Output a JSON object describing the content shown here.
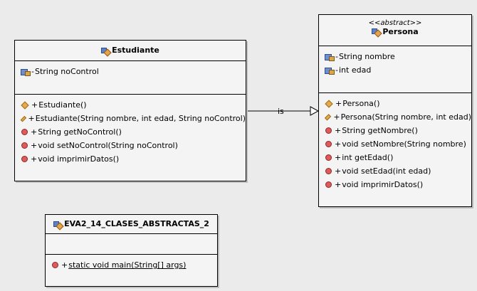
{
  "classes": {
    "estudiante": {
      "name": "Estudiante",
      "fields": [
        {
          "visibility": "-",
          "text": "String noControl"
        }
      ],
      "methods": [
        {
          "kind": "ctor",
          "visibility": "+",
          "text": "Estudiante()"
        },
        {
          "kind": "ctor",
          "visibility": "+",
          "text": "Estudiante(String nombre, int edad, String noControl)"
        },
        {
          "kind": "method",
          "visibility": "+",
          "text": "String getNoControl()"
        },
        {
          "kind": "method",
          "visibility": "+",
          "text": "void setNoControl(String noControl)"
        },
        {
          "kind": "method",
          "visibility": "+",
          "text": "void imprimirDatos()"
        }
      ]
    },
    "persona": {
      "stereotype": "<<abstract>>",
      "name": "Persona",
      "fields": [
        {
          "visibility": "-",
          "text": "String nombre"
        },
        {
          "visibility": "-",
          "text": "int edad"
        }
      ],
      "methods": [
        {
          "kind": "ctor",
          "visibility": "+",
          "text": "Persona()"
        },
        {
          "kind": "ctor",
          "visibility": "+",
          "text": "Persona(String nombre, int edad)"
        },
        {
          "kind": "method",
          "visibility": "+",
          "text": "String getNombre()"
        },
        {
          "kind": "method",
          "visibility": "+",
          "text": "void setNombre(String nombre)"
        },
        {
          "kind": "method",
          "visibility": "+",
          "text": "int getEdad()"
        },
        {
          "kind": "method",
          "visibility": "+",
          "text": "void setEdad(int edad)"
        },
        {
          "kind": "method",
          "visibility": "+",
          "text": "void imprimirDatos()"
        }
      ]
    },
    "main_class": {
      "name": "EVA2_14_CLASES_ABSTRACTAS_2",
      "methods": [
        {
          "kind": "method",
          "visibility": "+",
          "text": "static void main(String[] args)"
        }
      ]
    }
  },
  "relation": {
    "label": "is",
    "from": "Estudiante",
    "to": "Persona",
    "type": "generalization"
  },
  "colors": {
    "background": "#ebebeb",
    "class_fill": "#f4f4f4"
  }
}
